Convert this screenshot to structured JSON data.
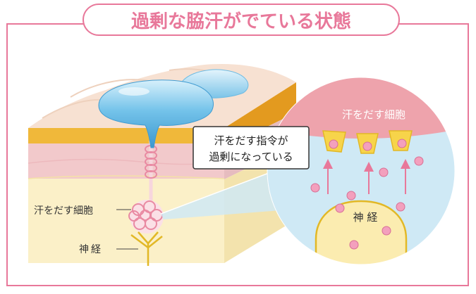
{
  "title": "過剰な脇汗がでている状態",
  "callout": {
    "line1": "汗をだす指令が",
    "line2": "過剰になっている"
  },
  "labels": {
    "sweat_gland": "汗をだす細胞",
    "nerve": "神経"
  },
  "zoom": {
    "cell_label": "汗をだす細胞",
    "nerve_label": "神 経"
  },
  "colors": {
    "frame_pink": "#e8789a",
    "skin_top": "#f7e1d2",
    "skin_pink": "#f2c9cb",
    "fat_yellow": "#fbf0c8",
    "gold": "#f0b83a",
    "sweat_blue": "#5fb6e2",
    "zoom_blue": "#cfe9f5",
    "signal_pink": "#f3a0bd",
    "cell_pink": "#eea3ac",
    "nerve_cream": "#fbecb0",
    "nerve_outline": "#e2b826"
  },
  "icons": {
    "arrows": "up-arrow-icon",
    "signals": "neurotransmitter-dot-icon"
  }
}
